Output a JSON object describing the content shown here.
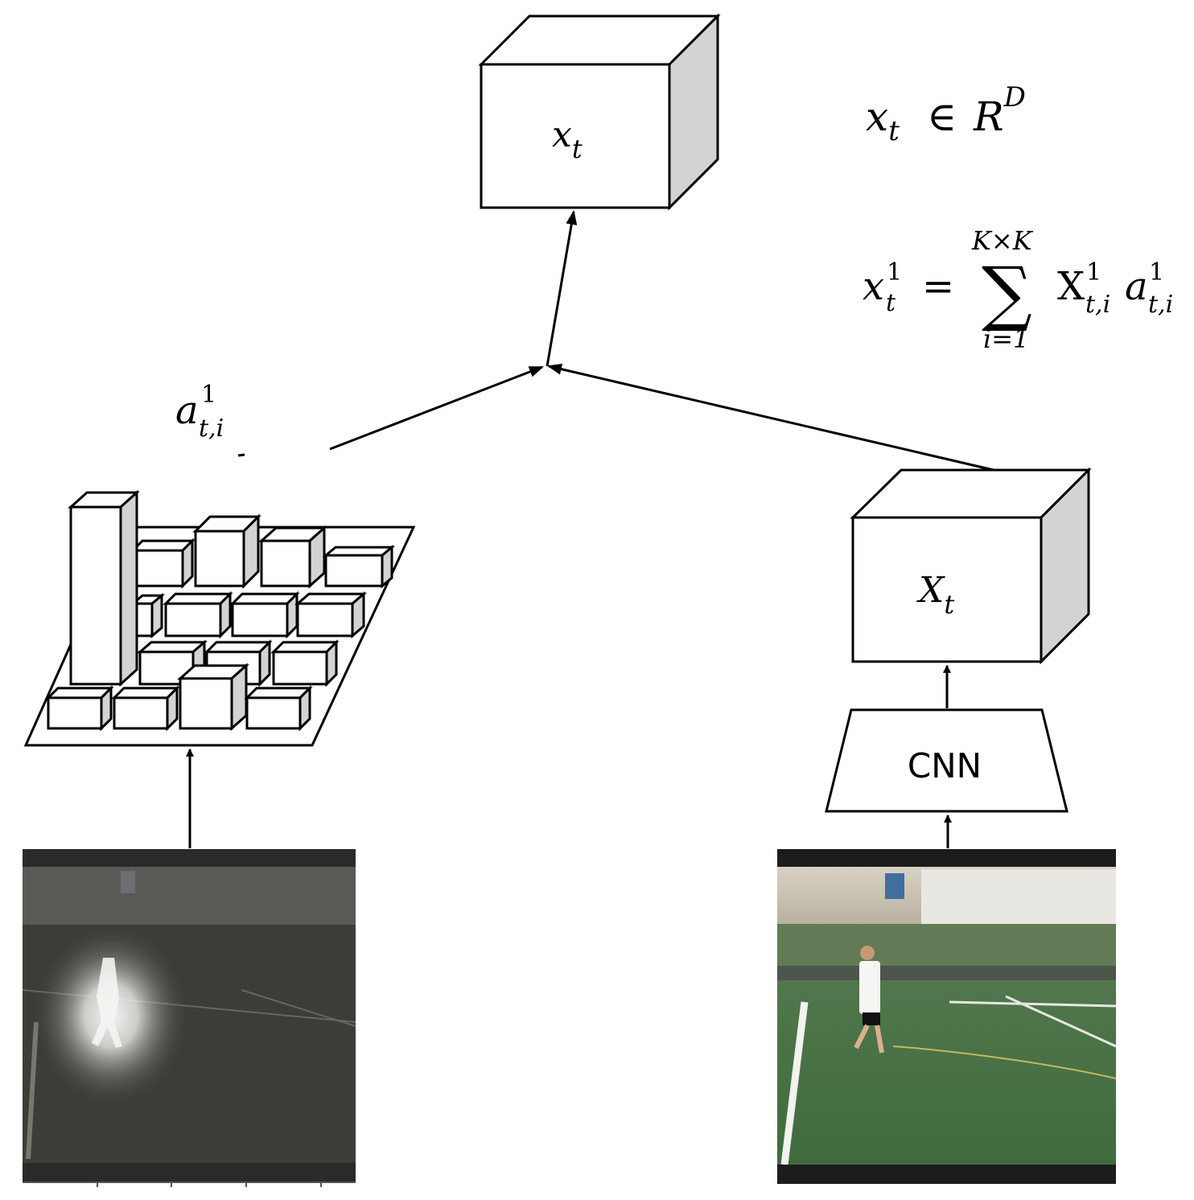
{
  "colors": {
    "stroke": "#000000",
    "box_face": "#ffffff",
    "box_side": "#d3d3d3",
    "frame_dark": "#1c1c1c"
  },
  "top_box": {
    "label_base": "x",
    "label_sub": "t"
  },
  "feature_box": {
    "label_base": "X",
    "label_sub": "t"
  },
  "cnn": {
    "label": "CNN"
  },
  "attention": {
    "label_base": "a",
    "label_sup": "1",
    "label_sub": "t,i"
  },
  "equations": {
    "dim": {
      "lhs_base": "x",
      "lhs_sub": "t",
      "rel": "∈",
      "rhs_base": "R",
      "rhs_sup": "D"
    },
    "sum": {
      "lhs_base": "x",
      "lhs_sup": "1",
      "lhs_sub": "t",
      "eq": "=",
      "sigma": "∑",
      "upper": "K×K",
      "lower": "i=1",
      "term1_base": "X",
      "term1_sup": "1",
      "term1_sub": "t,i",
      "term2_base": "a",
      "term2_sup": "1",
      "term2_sub": "t,i"
    }
  },
  "images": {
    "left": {
      "name": "attention-map-frame"
    },
    "right": {
      "name": "video-frame"
    }
  }
}
